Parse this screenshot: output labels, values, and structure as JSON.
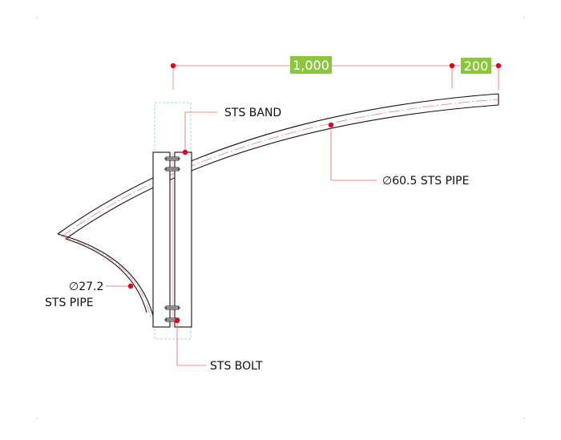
{
  "dimensions": {
    "main": "1,000",
    "overhang": "200"
  },
  "labels": {
    "band": "STS BAND",
    "main_pipe": "∅60.5 STS PIPE",
    "brace_size": "∅27.2",
    "brace_type": "STS PIPE",
    "bolt": "STS BOLT"
  },
  "colors": {
    "dimension_tag": "#8cc63f",
    "leader_line": "#e86a6a",
    "marker": "#e0001b",
    "centerline": "#e87a7a",
    "hidden_outline": "#7fd3e6",
    "outline": "#111111"
  }
}
